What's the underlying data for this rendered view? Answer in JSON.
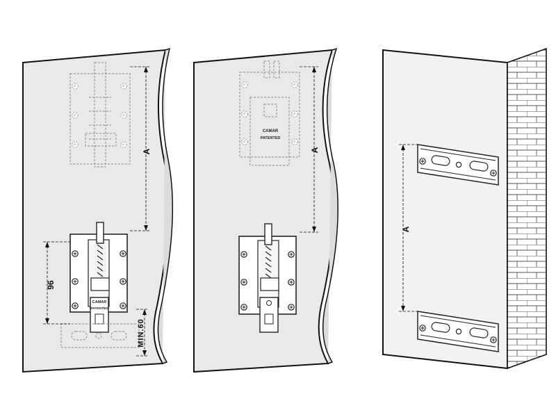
{
  "labels": {
    "dim_a": "A",
    "dim_96": "96",
    "dim_min60": "MIN.60",
    "brand": "CAMAR",
    "patented": "PATENTED"
  },
  "colors": {
    "panel_fill": "#e9e9e9",
    "panel_edge": "#dcdcdc",
    "wall_fill": "#f2f2f2",
    "hardware": "#444444",
    "ghost": "#9a9a9a",
    "line": "#111111"
  },
  "panels": [
    {
      "name": "panel-left",
      "shows": [
        "ghost-hanger",
        "mounted-hanger",
        "ghost-rail",
        "dim-A",
        "dim-96",
        "dim-min60"
      ]
    },
    {
      "name": "panel-middle",
      "shows": [
        "ghost-hanger",
        "mounted-hanger",
        "dim-A"
      ]
    },
    {
      "name": "panel-wall",
      "shows": [
        "top-rail",
        "bottom-rail",
        "dim-A",
        "brick-wall"
      ]
    }
  ]
}
